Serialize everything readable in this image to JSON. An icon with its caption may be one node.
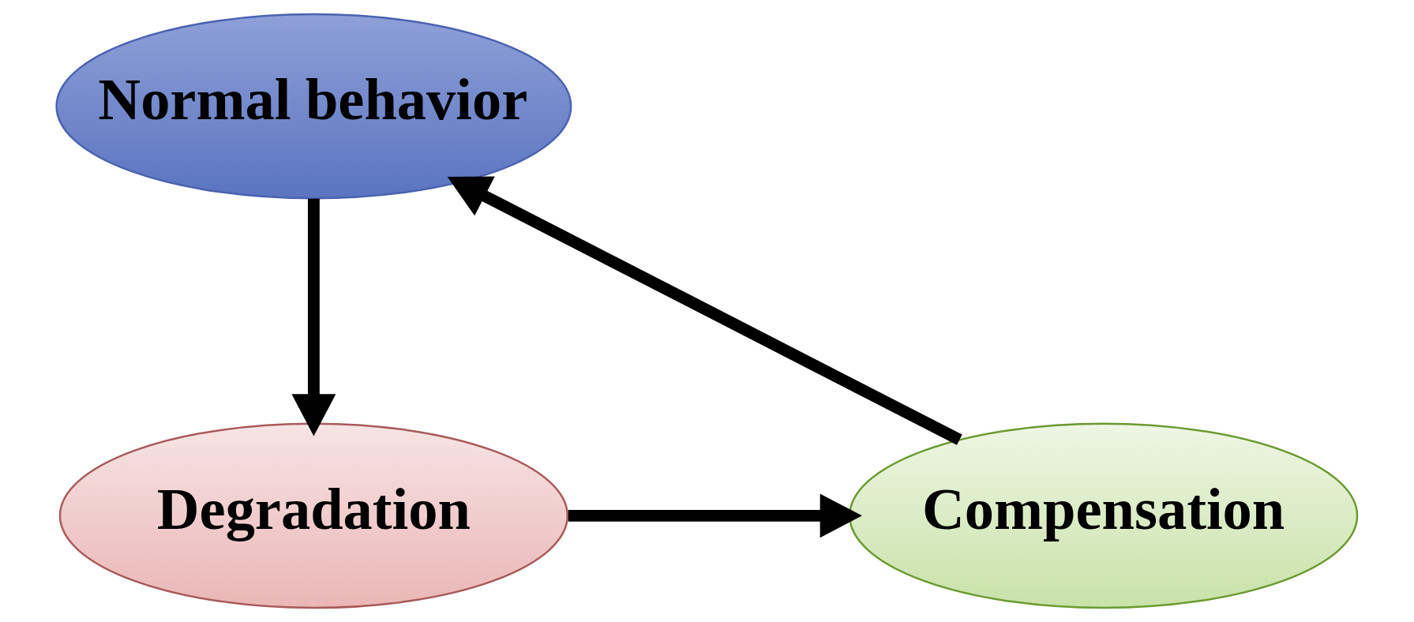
{
  "diagram": {
    "nodes": [
      {
        "text": [
          "Normal behavior"
        ]
      },
      {
        "text": [
          "Degradation"
        ]
      },
      {
        "text": [
          "Compensation"
        ]
      }
    ],
    "edges": [
      {
        "from": 0,
        "to": 1,
        "arrow": "to"
      },
      {
        "from": 1,
        "to": 2,
        "arrow": "to"
      },
      {
        "from": 2,
        "to": 0,
        "arrow": "to"
      }
    ]
  }
}
